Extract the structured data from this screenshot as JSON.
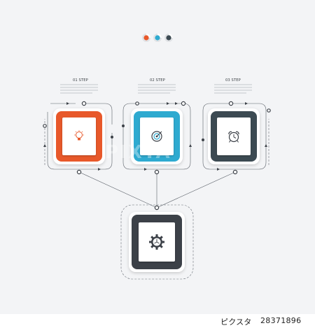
{
  "steps": [
    {
      "label": "01 STEP",
      "icon": "lightbulb-icon",
      "color": "#e8582a"
    },
    {
      "label": "02 STEP",
      "icon": "target-icon",
      "color": "#2eaad0"
    },
    {
      "label": "03 STEP",
      "icon": "alarm-clock-icon",
      "color": "#3c4a52"
    }
  ],
  "hub": {
    "icon": "gear-icon",
    "color": "#3c4148"
  },
  "legend_dots": [
    "#e8582a",
    "#2eaad0",
    "#3c4a52"
  ],
  "watermark": "PIXTA",
  "stock": {
    "logo": "ピクスタ",
    "id": "28371896"
  }
}
